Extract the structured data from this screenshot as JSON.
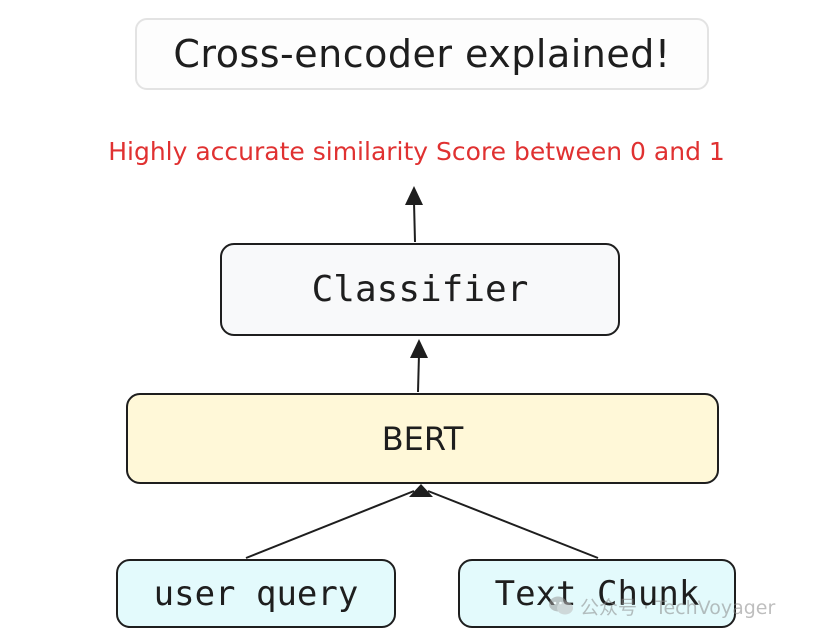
{
  "diagram": {
    "title": "Cross-encoder explained!",
    "output_label": "Highly accurate similarity Score between 0 and 1",
    "nodes": {
      "classifier": "Classifier",
      "bert": "BERT",
      "user_query": "user query",
      "text_chunk": "Text Chunk"
    },
    "edges": [
      {
        "from": "user query",
        "to": "BERT"
      },
      {
        "from": "Text Chunk",
        "to": "BERT"
      },
      {
        "from": "BERT",
        "to": "Classifier"
      },
      {
        "from": "Classifier",
        "to": "Highly accurate similarity Score between 0 and 1"
      }
    ]
  },
  "watermark": {
    "icon": "wechat-icon",
    "text": "公众号 · TechVoyager"
  },
  "colors": {
    "stroke": "#1e1e1e",
    "score_text": "#e03131",
    "classifier_fill": "#f8f9fa",
    "bert_fill": "#fff8d8",
    "input_fill": "#e3fafc",
    "title_border": "#e3e3e3"
  }
}
